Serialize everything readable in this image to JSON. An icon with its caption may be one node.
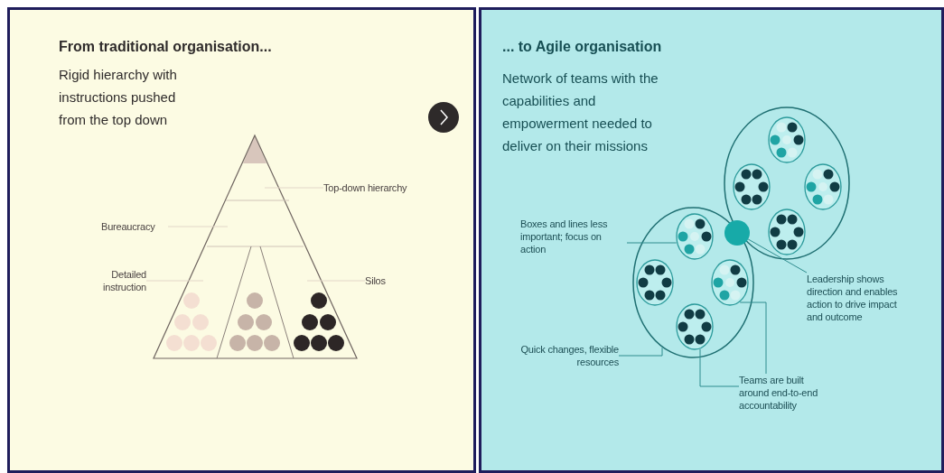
{
  "diagram": {
    "nodes": [
      {
        "text": [
          "From traditional organisation...",
          "Rigid hierarchy with instructions pushed from the top down"
        ]
      },
      {
        "text": [
          "Top-down hierarchy"
        ],
        "in": 0
      },
      {
        "text": [
          "Bureaucracy"
        ],
        "in": 0
      },
      {
        "text": [
          "Detailed instruction"
        ],
        "in": 0
      },
      {
        "text": [
          "Silos"
        ],
        "in": 0
      },
      {
        "text": [
          "... to Agile organisation",
          "Network of teams with the capabilities and empowerment needed to deliver on their missions"
        ]
      },
      {
        "text": [],
        "shape": "ellipse",
        "in": 5
      },
      {
        "text": [],
        "shape": "ellipse",
        "in": 5
      },
      {
        "text": [],
        "shape": "circle",
        "in": 6
      },
      {
        "text": [],
        "shape": "circle",
        "in": 6
      },
      {
        "text": [],
        "shape": "circle",
        "in": 6
      },
      {
        "text": [],
        "shape": "circle",
        "in": 6
      },
      {
        "text": [],
        "shape": "circle",
        "in": 7
      },
      {
        "text": [],
        "shape": "circle",
        "in": 7
      },
      {
        "text": [],
        "shape": "circle",
        "in": 7
      },
      {
        "text": [],
        "shape": "circle",
        "in": 7
      },
      {
        "text": [],
        "shape": "circle",
        "in": 7
      },
      {
        "text": [
          "Boxes and lines less important; focus on action"
        ],
        "in": 5
      },
      {
        "text": [
          "Leadership shows direction and enables action to drive impact and outcome"
        ],
        "in": 5
      },
      {
        "text": [
          "Quick changes, flexible resources"
        ],
        "in": 5
      },
      {
        "text": [
          "Teams are built around end-to-end accountability"
        ],
        "in": 5
      }
    ],
    "edges": [
      {
        "from": 1,
        "to": null,
        "arrow": "none",
        "color": "#e3d6c8"
      },
      {
        "from": 2,
        "to": null,
        "arrow": "none",
        "color": "#e3d6c8"
      },
      {
        "from": 3,
        "to": null,
        "arrow": "none",
        "color": "#e3d6c8"
      },
      {
        "from": 4,
        "to": null,
        "arrow": "none",
        "color": "#e3d6c8"
      },
      {
        "from": 17,
        "to": 12,
        "arrow": "none"
      },
      {
        "from": 18,
        "to": 16,
        "arrow": "none"
      },
      {
        "from": 19,
        "to": 7,
        "arrow": "none"
      },
      {
        "from": 20,
        "to": 15,
        "arrow": "none"
      },
      {
        "from": 20,
        "to": 14,
        "arrow": "none"
      }
    ]
  }
}
